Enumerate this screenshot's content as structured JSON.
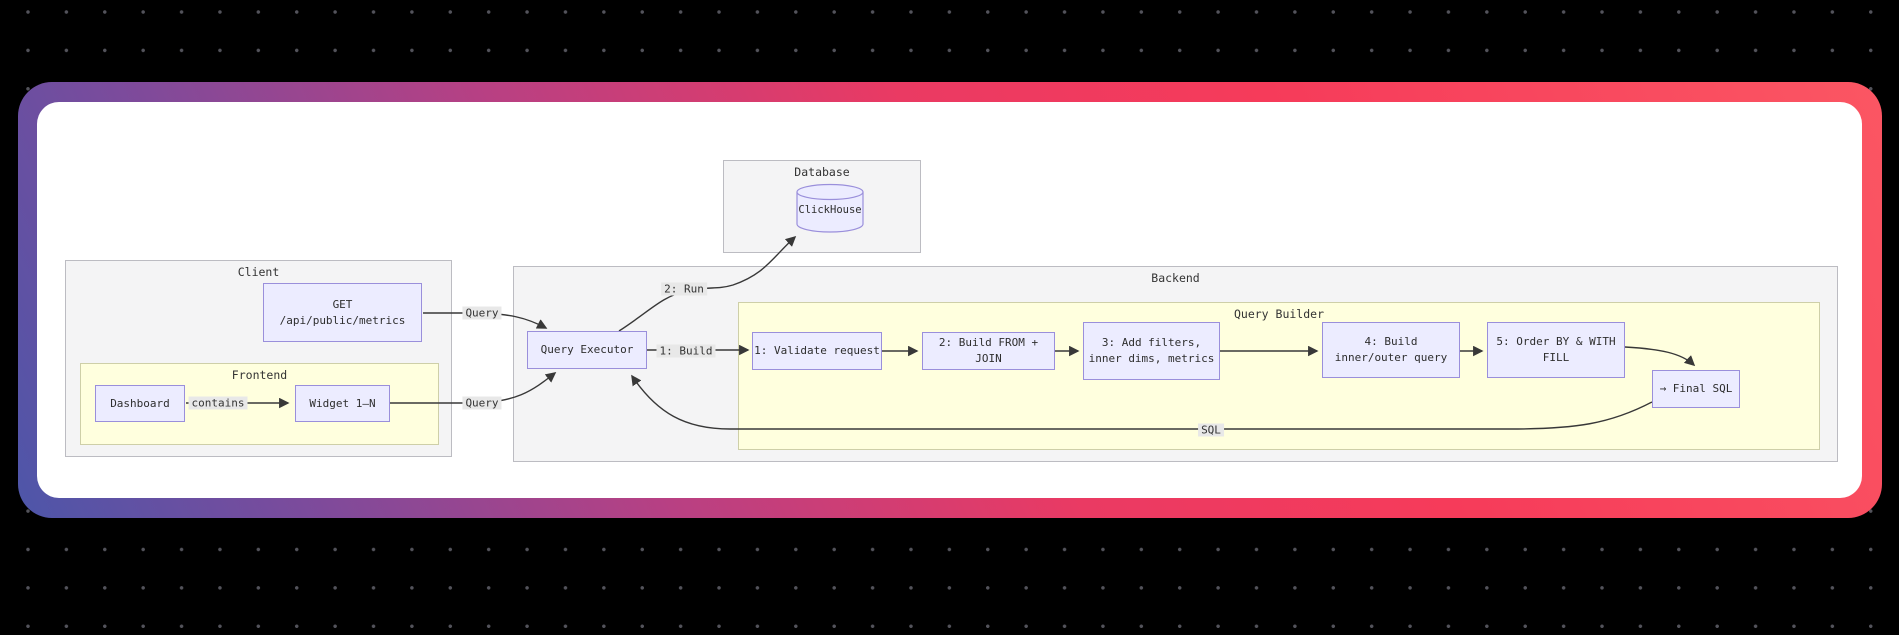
{
  "scene": {
    "background_color": "#000000",
    "dot_color": "#53535b",
    "card_gradient": [
      "#4d56a9",
      "#7b4b9c",
      "#b84083",
      "#ea3a63",
      "#fb5663"
    ],
    "card_background": "#ffffff"
  },
  "diagram": {
    "colors": {
      "node_fill": "#ECECFF",
      "node_border": "#9a8fdb",
      "cluster_gray_fill": "#f4f4f5",
      "cluster_gray_border": "#bcbcc2",
      "cluster_yellow_fill": "#ffffde",
      "cluster_yellow_border": "#cecfa8",
      "edge_color": "#383838",
      "edge_label_bg": "#e8e8e8",
      "text_color": "#333333"
    },
    "clusters": {
      "database": {
        "title": "Database"
      },
      "client": {
        "title": "Client"
      },
      "frontend": {
        "title": "Frontend"
      },
      "backend": {
        "title": "Backend"
      },
      "query_builder": {
        "title": "Query Builder"
      }
    },
    "nodes": {
      "clickhouse": {
        "label": "ClickHouse"
      },
      "get_endpoint": {
        "line1": "GET",
        "line2": "/api/public/metrics"
      },
      "dashboard": {
        "label": "Dashboard"
      },
      "widget": {
        "label": "Widget 1–N"
      },
      "query_executor": {
        "label": "Query Executor"
      },
      "step1": {
        "label": "1: Validate request"
      },
      "step2": {
        "label": "2: Build FROM + JOIN"
      },
      "step3": {
        "line1": "3: Add filters,",
        "line2": "inner dims, metrics"
      },
      "step4": {
        "line1": "4: Build",
        "line2": "inner/outer query"
      },
      "step5": {
        "line1": "5: Order BY & WITH",
        "line2": "FILL"
      },
      "final_sql": {
        "label": "→ Final SQL"
      }
    },
    "edge_labels": {
      "query_get": "Query",
      "query_widget": "Query",
      "contains": "contains",
      "run": "2: Run",
      "build": "1: Build",
      "sql": "SQL"
    }
  }
}
